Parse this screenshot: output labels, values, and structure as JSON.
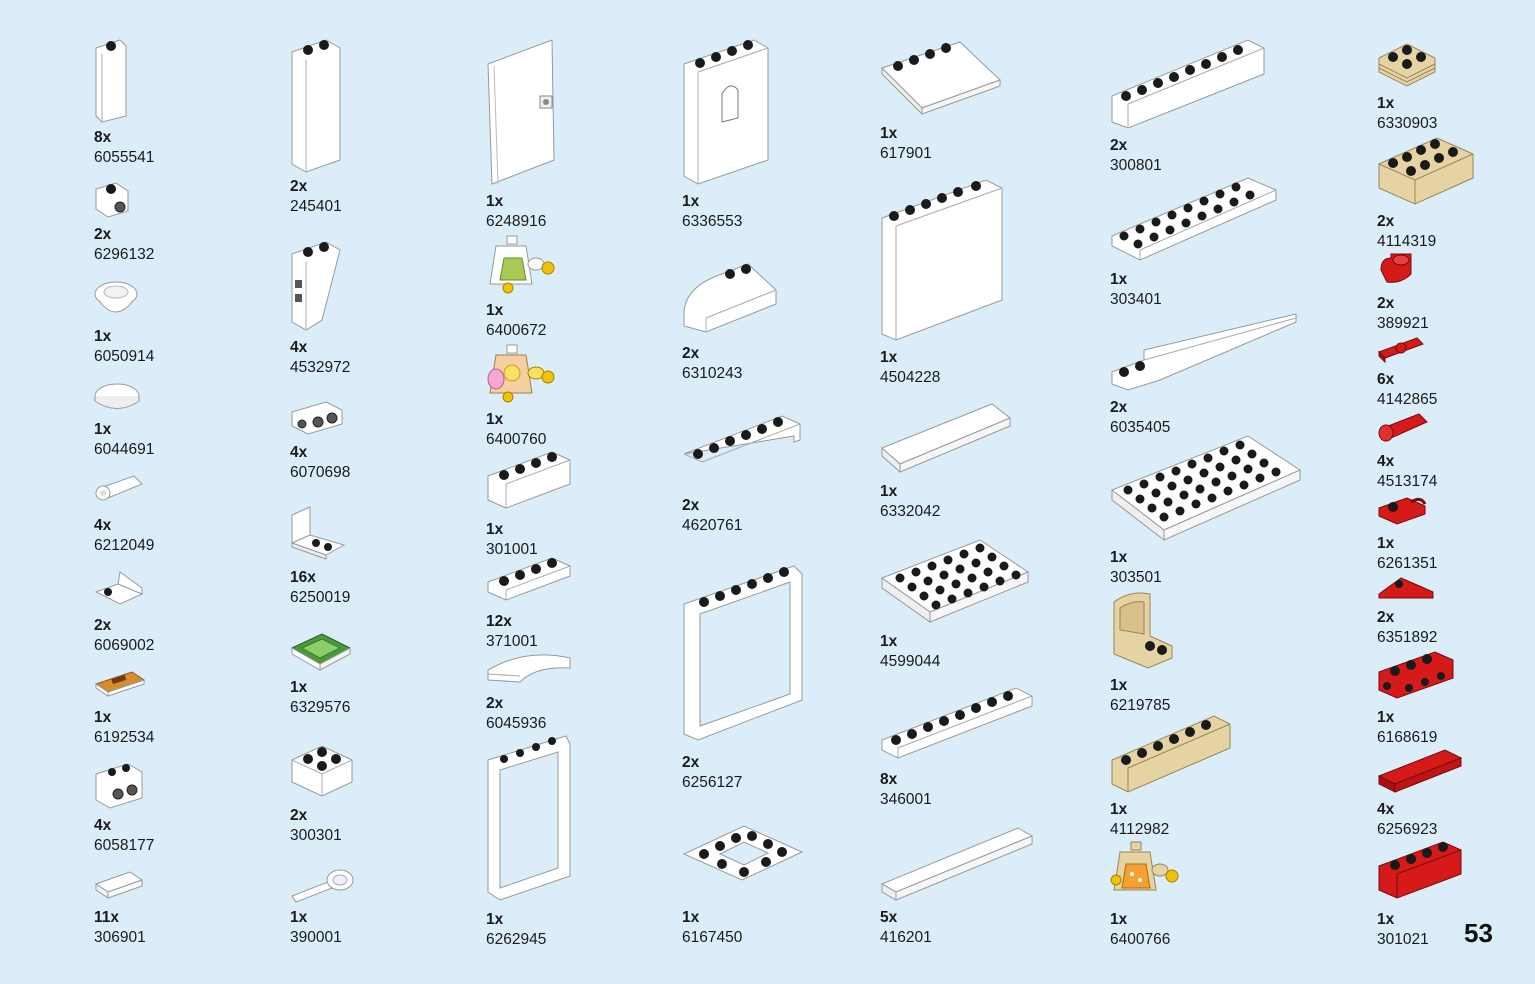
{
  "page_number": "53",
  "colors": {
    "background": "#dcedfa",
    "white_brick": "#ffffff",
    "tan_brick": "#e6d3a4",
    "red_brick": "#d61a1a",
    "stud": "#1a1a1a"
  },
  "parts": [
    {
      "qty": "8x",
      "id": "6055541",
      "color": "white",
      "shape": "tall-brick-1x1"
    },
    {
      "qty": "2x",
      "id": "6296132",
      "color": "white",
      "shape": "brick-side-stud"
    },
    {
      "qty": "1x",
      "id": "6050914",
      "color": "white",
      "shape": "dome"
    },
    {
      "qty": "1x",
      "id": "6044691",
      "color": "white",
      "shape": "round-tile"
    },
    {
      "qty": "4x",
      "id": "6212049",
      "color": "white",
      "shape": "cylinder"
    },
    {
      "qty": "2x",
      "id": "6069002",
      "color": "white",
      "shape": "bracket"
    },
    {
      "qty": "1x",
      "id": "6192534",
      "color": "orange",
      "shape": "printed-tile"
    },
    {
      "qty": "4x",
      "id": "6058177",
      "color": "white",
      "shape": "brick-side-studs"
    },
    {
      "qty": "11x",
      "id": "306901",
      "color": "white",
      "shape": "tile-1x2"
    },
    {
      "qty": "2x",
      "id": "245401",
      "color": "white",
      "shape": "tall-brick-1x2"
    },
    {
      "qty": "4x",
      "id": "4532972",
      "color": "white",
      "shape": "slope-tall"
    },
    {
      "qty": "4x",
      "id": "6070698",
      "color": "white",
      "shape": "brick-side-studs"
    },
    {
      "qty": "16x",
      "id": "6250019",
      "color": "white",
      "shape": "bracket"
    },
    {
      "qty": "1x",
      "id": "6329576",
      "color": "green",
      "shape": "printed-tile"
    },
    {
      "qty": "2x",
      "id": "300301",
      "color": "white",
      "shape": "brick-2x2"
    },
    {
      "qty": "1x",
      "id": "390001",
      "color": "white",
      "shape": "magnifier"
    },
    {
      "qty": "1x",
      "id": "6248916",
      "color": "white",
      "shape": "door"
    },
    {
      "qty": "1x",
      "id": "6400672",
      "color": "white",
      "shape": "torso"
    },
    {
      "qty": "1x",
      "id": "6400760",
      "color": "pink",
      "shape": "torso"
    },
    {
      "qty": "1x",
      "id": "301001",
      "color": "white",
      "shape": "brick-1x4"
    },
    {
      "qty": "12x",
      "id": "371001",
      "color": "white",
      "shape": "plate-1x4"
    },
    {
      "qty": "2x",
      "id": "6045936",
      "color": "white",
      "shape": "curved-slope"
    },
    {
      "qty": "1x",
      "id": "6262945",
      "color": "white",
      "shape": "window-frame"
    },
    {
      "qty": "1x",
      "id": "6336553",
      "color": "white",
      "shape": "wall-arch"
    },
    {
      "qty": "2x",
      "id": "6310243",
      "color": "white",
      "shape": "curved-top"
    },
    {
      "qty": "2x",
      "id": "4620761",
      "color": "white",
      "shape": "arch"
    },
    {
      "qty": "2x",
      "id": "6256127",
      "color": "white",
      "shape": "window-frame-large"
    },
    {
      "qty": "1x",
      "id": "6167450",
      "color": "white",
      "shape": "frame-plate"
    },
    {
      "qty": "1x",
      "id": "617901",
      "color": "white",
      "shape": "tile-corner-studs"
    },
    {
      "qty": "1x",
      "id": "4504228",
      "color": "white",
      "shape": "panel"
    },
    {
      "qty": "1x",
      "id": "6332042",
      "color": "white",
      "shape": "tile-long"
    },
    {
      "qty": "1x",
      "id": "4599044",
      "color": "white",
      "shape": "plate-4x6"
    },
    {
      "qty": "8x",
      "id": "346001",
      "color": "white",
      "shape": "plate-1x8"
    },
    {
      "qty": "5x",
      "id": "416201",
      "color": "white",
      "shape": "tile-long"
    },
    {
      "qty": "2x",
      "id": "300801",
      "color": "white",
      "shape": "plate-1x8"
    },
    {
      "qty": "1x",
      "id": "303401",
      "color": "white",
      "shape": "plate-2x8"
    },
    {
      "qty": "2x",
      "id": "6035405",
      "color": "white",
      "shape": "wing"
    },
    {
      "qty": "1x",
      "id": "303501",
      "color": "white",
      "shape": "plate-4x8"
    },
    {
      "qty": "1x",
      "id": "6219785",
      "color": "tan",
      "shape": "chair"
    },
    {
      "qty": "1x",
      "id": "4112982",
      "color": "tan",
      "shape": "brick-1x6"
    },
    {
      "qty": "1x",
      "id": "6400766",
      "color": "tan",
      "shape": "torso"
    },
    {
      "qty": "1x",
      "id": "6330903",
      "color": "tan",
      "shape": "brick-2x2-stack"
    },
    {
      "qty": "2x",
      "id": "4114319",
      "color": "tan",
      "shape": "brick-2x4"
    },
    {
      "qty": "2x",
      "id": "389921",
      "color": "red",
      "shape": "hat"
    },
    {
      "qty": "6x",
      "id": "4142865",
      "color": "red",
      "shape": "bar"
    },
    {
      "qty": "4x",
      "id": "4513174",
      "color": "red",
      "shape": "cylinder"
    },
    {
      "qty": "1x",
      "id": "6261351",
      "color": "red",
      "shape": "clip"
    },
    {
      "qty": "2x",
      "id": "6351892",
      "color": "red",
      "shape": "wedge"
    },
    {
      "qty": "1x",
      "id": "6168619",
      "color": "red",
      "shape": "brick-side-studs"
    },
    {
      "qty": "4x",
      "id": "6256923",
      "color": "red",
      "shape": "tile-long"
    },
    {
      "qty": "1x",
      "id": "301021",
      "color": "red",
      "shape": "brick-1x4"
    }
  ]
}
